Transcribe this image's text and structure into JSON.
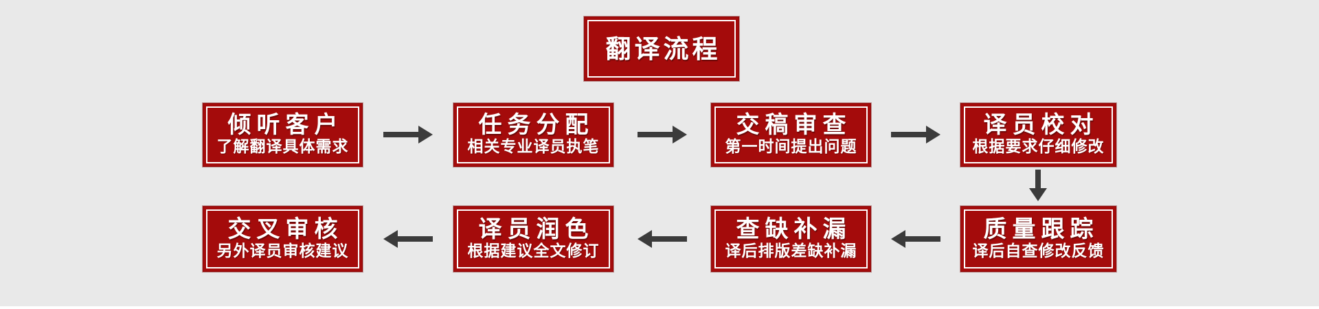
{
  "page": {
    "background": "#e9e9e9",
    "bottom_strip_color": "#ffffff"
  },
  "colors": {
    "page_bg": "#e9e9e9",
    "box_bg": "#a40b0b",
    "box_border": "#8e0808",
    "box_inner_border": "#ffffff",
    "arrow": "#3b3b3b",
    "text": "#ffffff"
  },
  "icons": {
    "arrow_right": "right-arrow",
    "arrow_left": "left-arrow",
    "arrow_down": "down-arrow"
  },
  "title": {
    "label": "翻译流程"
  },
  "flow": {
    "row1": [
      {
        "title": "倾听客户",
        "subtitle": "了解翻译具体需求"
      },
      {
        "title": "任务分配",
        "subtitle": "相关专业译员执笔"
      },
      {
        "title": "交稿审查",
        "subtitle": "第一时间提出问题"
      },
      {
        "title": "译员校对",
        "subtitle": "根据要求仔细修改"
      }
    ],
    "row2": [
      {
        "title": "交叉审核",
        "subtitle": "另外译员审核建议"
      },
      {
        "title": "译员润色",
        "subtitle": "根据建议全文修订"
      },
      {
        "title": "查缺补漏",
        "subtitle": "译后排版差缺补漏"
      },
      {
        "title": "质量跟踪",
        "subtitle": "译后自查修改反馈"
      }
    ]
  }
}
